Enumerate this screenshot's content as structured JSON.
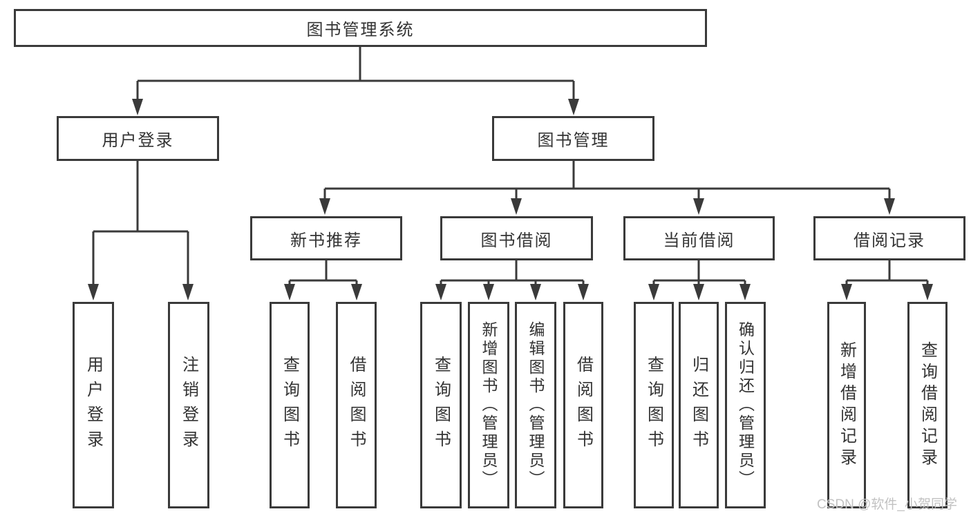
{
  "tree": {
    "root": {
      "label": "图书管理系统"
    },
    "children": [
      {
        "label": "用户登录",
        "children": [
          {
            "label": "用户登录"
          },
          {
            "label": "注销登录"
          }
        ]
      },
      {
        "label": "图书管理",
        "children": [
          {
            "label": "新书推荐",
            "children": [
              {
                "label": "查询图书"
              },
              {
                "label": "借阅图书"
              }
            ]
          },
          {
            "label": "图书借阅",
            "children": [
              {
                "label": "查询图书"
              },
              {
                "label": "新增图书（管理员）"
              },
              {
                "label": "编辑图书（管理员）"
              },
              {
                "label": "借阅图书"
              }
            ]
          },
          {
            "label": "当前借阅",
            "children": [
              {
                "label": "查询图书"
              },
              {
                "label": "归还图书"
              },
              {
                "label": "确认归还（管理员）"
              }
            ]
          },
          {
            "label": "借阅记录",
            "children": [
              {
                "label": "新增借阅记录"
              },
              {
                "label": "查询借阅记录"
              }
            ]
          }
        ]
      }
    ]
  },
  "watermark": {
    "text": "CSDN @软件_小贺同学"
  },
  "colors": {
    "line": "#3a3a3a",
    "text": "#333333",
    "watermark": "#c2c2c2",
    "background": "#ffffff"
  }
}
